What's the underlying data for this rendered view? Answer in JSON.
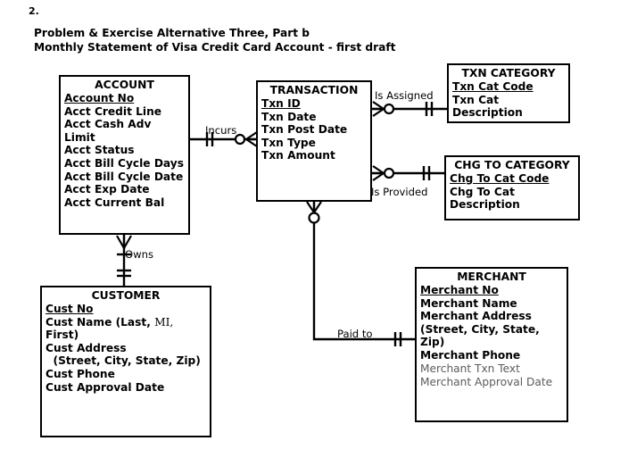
{
  "header": {
    "item_number": "2.",
    "title_line_1": "Problem & Exercise Alternative Three, Part b",
    "title_line_2": "Monthly Statement of Visa Credit Card Account - first draft"
  },
  "entities": {
    "account": {
      "title": "ACCOUNT",
      "attributes": [
        {
          "label": "Account No",
          "key": true
        },
        {
          "label": "Acct Credit Line",
          "key": false
        },
        {
          "label": "Acct Cash Adv\nLimit",
          "key": false
        },
        {
          "label": "Acct Status",
          "key": false
        },
        {
          "label": "Acct Bill Cycle Days",
          "key": false
        },
        {
          "label": "Acct Bill Cycle Date",
          "key": false
        },
        {
          "label": "Acct Exp Date",
          "key": false
        },
        {
          "label": "Acct Current Bal",
          "key": false
        }
      ]
    },
    "transaction": {
      "title": "TRANSACTION",
      "attributes": [
        {
          "label": "Txn ID",
          "key": true
        },
        {
          "label": "Txn Date",
          "key": false
        },
        {
          "label": "Txn Post Date",
          "key": false
        },
        {
          "label": "Txn Type",
          "key": false
        },
        {
          "label": "Txn Amount",
          "key": false
        }
      ]
    },
    "txn_category": {
      "title": "TXN CATEGORY",
      "attributes": [
        {
          "label": "Txn Cat Code",
          "key": true
        },
        {
          "label": "Txn Cat\nDescription",
          "key": false
        }
      ]
    },
    "chg_to_category": {
      "title": "CHG TO CATEGORY",
      "attributes": [
        {
          "label": "Chg To Cat Code",
          "key": true
        },
        {
          "label": "Chg To Cat\nDescription",
          "key": false
        }
      ]
    },
    "customer": {
      "title": "CUSTOMER",
      "attributes": [
        {
          "label": "Cust No",
          "key": true
        },
        {
          "label": "Cust Name (Last, MI,\nFirst)",
          "key": false
        },
        {
          "label": "Cust Address\n  (Street, City, State, Zip)",
          "key": false
        },
        {
          "label": "Cust Phone",
          "key": false
        },
        {
          "label": "Cust Approval Date",
          "key": false
        }
      ]
    },
    "merchant": {
      "title": "MERCHANT",
      "attributes": [
        {
          "label": "Merchant No",
          "key": true
        },
        {
          "label": "Merchant Name",
          "key": false
        },
        {
          "label": "Merchant Address",
          "key": false
        },
        {
          "label": "(Street, City, State, Zip)",
          "key": false
        },
        {
          "label": "Merchant Phone",
          "key": false
        },
        {
          "label": "Merchant Txn Text",
          "key": false,
          "muted": true
        },
        {
          "label": "Merchant Approval Date",
          "key": false,
          "muted": true
        }
      ]
    }
  },
  "relationships": [
    {
      "name": "incurs",
      "label": "Incurs",
      "from": "ACCOUNT",
      "to": "TRANSACTION",
      "from_cardinality": "one-mandatory",
      "to_cardinality": "zero-or-many"
    },
    {
      "name": "is-assigned",
      "label": "Is Assigned",
      "from": "TRANSACTION",
      "to": "TXN CATEGORY",
      "from_cardinality": "zero-or-many",
      "to_cardinality": "one-mandatory"
    },
    {
      "name": "is-provided",
      "label": "Is Provided",
      "from": "TRANSACTION",
      "to": "CHG TO CATEGORY",
      "from_cardinality": "zero-or-many",
      "to_cardinality": "one-mandatory"
    },
    {
      "name": "owns",
      "label": "Owns",
      "from": "ACCOUNT",
      "to": "CUSTOMER",
      "from_cardinality": "many",
      "to_cardinality": "one-mandatory"
    },
    {
      "name": "paid-to",
      "label": "Paid to",
      "from": "TRANSACTION",
      "to": "MERCHANT",
      "from_cardinality": "zero-or-many",
      "to_cardinality": "one-mandatory"
    }
  ],
  "colors": {
    "line": "#000000",
    "text": "#000000",
    "muted_text": "#5c5c5c",
    "background": "#ffffff"
  }
}
